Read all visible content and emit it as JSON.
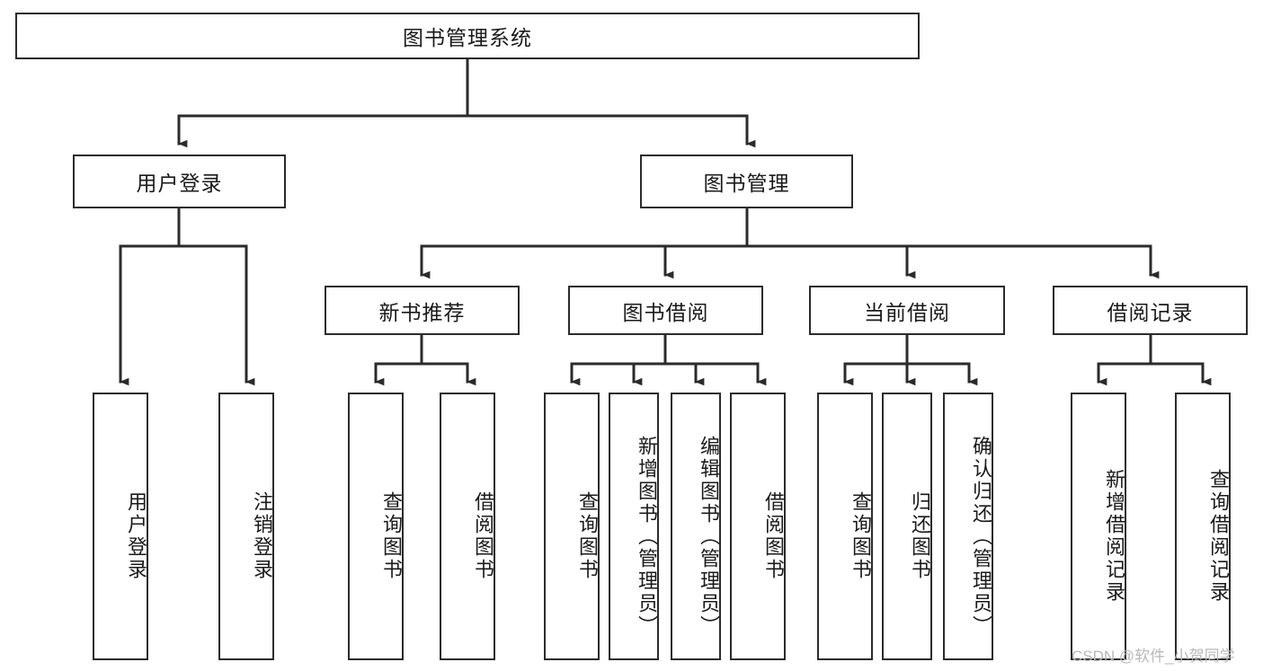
{
  "diagram": {
    "type": "tree-hierarchy",
    "title": "图书管理系统",
    "line_color": "#2b2b2b",
    "box_border_color": "#2b2b2b",
    "box_fill_color": "#ffffff",
    "text_color": "#1a1a1a",
    "watermark": "CSDN @软件_小贺同学",
    "watermark_color": "#b9b9b9",
    "levels": [
      {
        "level": 0,
        "nodes": [
          {
            "id": "root",
            "label": "图书管理系统",
            "orientation": "horizontal"
          }
        ]
      },
      {
        "level": 1,
        "nodes": [
          {
            "id": "l1a",
            "label": "用户登录",
            "orientation": "horizontal",
            "parent": "root"
          },
          {
            "id": "l1b",
            "label": "图书管理",
            "orientation": "horizontal",
            "parent": "root"
          }
        ]
      },
      {
        "level": 2,
        "nodes": [
          {
            "id": "l2a",
            "label": "新书推荐",
            "orientation": "horizontal",
            "parent": "l1b"
          },
          {
            "id": "l2b",
            "label": "图书借阅",
            "orientation": "horizontal",
            "parent": "l1b"
          },
          {
            "id": "l2c",
            "label": "当前借阅",
            "orientation": "horizontal",
            "parent": "l1b"
          },
          {
            "id": "l2d",
            "label": "借阅记录",
            "orientation": "horizontal",
            "parent": "l1b"
          }
        ]
      },
      {
        "level": 3,
        "nodes": [
          {
            "id": "l3a1",
            "label": "用户登录",
            "orientation": "vertical",
            "parent": "l1a"
          },
          {
            "id": "l3a2",
            "label": "注销登录",
            "orientation": "vertical",
            "parent": "l1a"
          },
          {
            "id": "l3b1",
            "label": "查询图书",
            "orientation": "vertical",
            "parent": "l2a"
          },
          {
            "id": "l3b2",
            "label": "借阅图书",
            "orientation": "vertical",
            "parent": "l2a"
          },
          {
            "id": "l3c1",
            "label": "查询图书",
            "orientation": "vertical",
            "parent": "l2b"
          },
          {
            "id": "l3c2",
            "label": "新增图书（管理员）",
            "orientation": "vertical",
            "parent": "l2b"
          },
          {
            "id": "l3c3",
            "label": "编辑图书（管理员）",
            "orientation": "vertical",
            "parent": "l2b"
          },
          {
            "id": "l3c4",
            "label": "借阅图书",
            "orientation": "vertical",
            "parent": "l2b"
          },
          {
            "id": "l3d1",
            "label": "查询图书",
            "orientation": "vertical",
            "parent": "l2c"
          },
          {
            "id": "l3d2",
            "label": "归还图书",
            "orientation": "vertical",
            "parent": "l2c"
          },
          {
            "id": "l3d3",
            "label": "确认归还（管理员）",
            "orientation": "vertical",
            "parent": "l2c"
          },
          {
            "id": "l3e1",
            "label": "新增借阅记录",
            "orientation": "vertical",
            "parent": "l2d"
          },
          {
            "id": "l3e2",
            "label": "查询借阅记录",
            "orientation": "vertical",
            "parent": "l2d"
          }
        ]
      }
    ]
  }
}
